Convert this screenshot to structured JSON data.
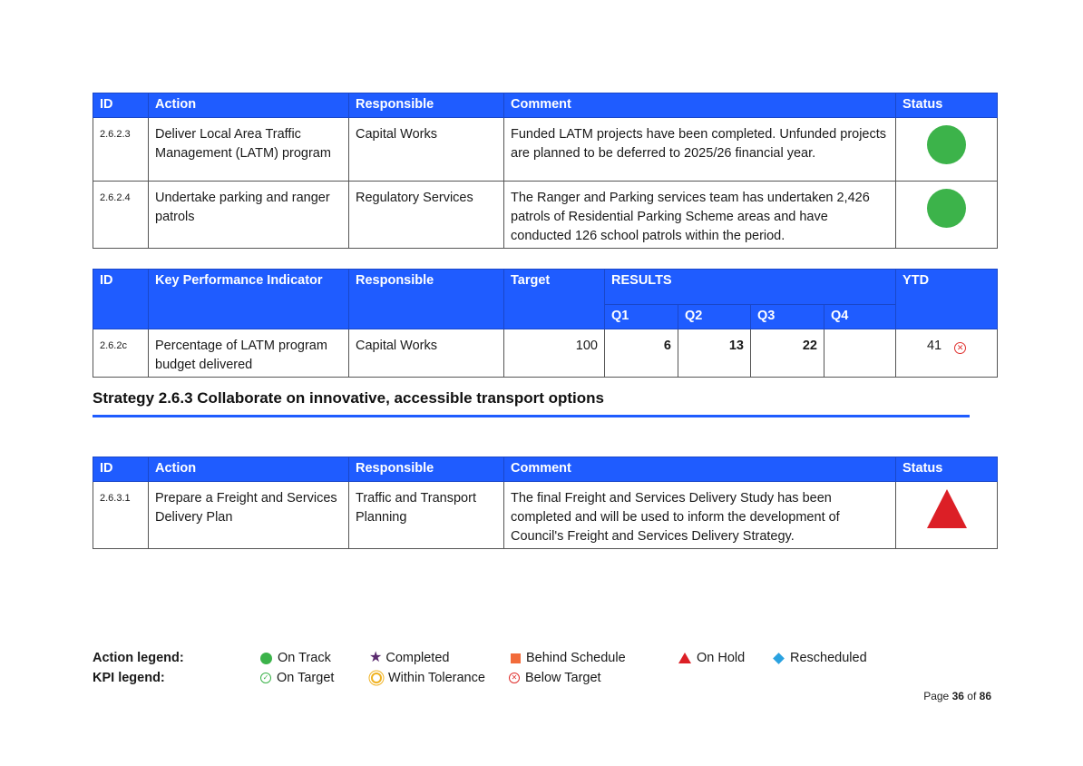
{
  "actions_table_1": {
    "headers": [
      "ID",
      "Action",
      "Responsible",
      "Comment",
      "Status"
    ],
    "rows": [
      {
        "id": "2.6.2.3",
        "action": "Deliver Local Area Traffic Management (LATM) program",
        "responsible": "Capital Works",
        "comment": "Funded LATM projects have been completed. Unfunded projects are planned to be deferred to 2025/26 financial year.",
        "status": "On Track",
        "status_icon": "green-circle-icon"
      },
      {
        "id": "2.6.2.4",
        "action": "Undertake parking and ranger patrols",
        "responsible": "Regulatory Services",
        "comment": "The Ranger and Parking services team has undertaken 2,426 patrols of Residential Parking Scheme areas and have conducted 126 school patrols within the period.",
        "status": "On Track",
        "status_icon": "green-circle-icon"
      }
    ]
  },
  "kpi_table": {
    "headers": {
      "id": "ID",
      "kpi": "Key Performance Indicator",
      "responsible": "Responsible",
      "target": "Target",
      "results": "RESULTS",
      "q1": "Q1",
      "q2": "Q2",
      "q3": "Q3",
      "q4": "Q4",
      "ytd": "YTD"
    },
    "rows": [
      {
        "id": "2.6.2c",
        "kpi": "Percentage of LATM program budget delivered",
        "responsible": "Capital Works",
        "target": "100",
        "q1": "6",
        "q2": "13",
        "q3": "22",
        "q4": "",
        "ytd": "41",
        "ytd_status": "Below Target",
        "ytd_icon": "below-target-icon"
      }
    ]
  },
  "strategy": {
    "title": "Strategy 2.6.3 Collaborate on innovative, accessible transport options"
  },
  "actions_table_2": {
    "headers": [
      "ID",
      "Action",
      "Responsible",
      "Comment",
      "Status"
    ],
    "rows": [
      {
        "id": "2.6.3.1",
        "action": "Prepare a Freight and Services Delivery Plan",
        "responsible": "Traffic and Transport Planning",
        "comment": "The final Freight and Services Delivery Study has been completed and will be used to inform the development of Council's Freight and Services Delivery Strategy.",
        "status": "On Hold",
        "status_icon": "red-triangle-icon"
      }
    ]
  },
  "legend": {
    "action_label": "Action legend:",
    "kpi_label": "KPI legend:",
    "action_items": [
      "On Track",
      "Completed",
      "Behind Schedule",
      "On Hold",
      "Rescheduled"
    ],
    "kpi_items": [
      "On Target",
      "Within Tolerance",
      "Below Target"
    ]
  },
  "footer": {
    "page_prefix": "Page",
    "page_current": "36",
    "page_of": "of",
    "page_total": "86"
  },
  "colors": {
    "header_blue": "#1f5cff",
    "on_track_green": "#3cb34a",
    "on_hold_red": "#dc1f26",
    "behind_schedule_orange": "#f26b3a",
    "rescheduled_blue": "#2aa2e0",
    "completed_purple": "#5a2a6e",
    "within_tolerance_yellow": "#f0b323",
    "below_target_red": "#e0312f"
  }
}
